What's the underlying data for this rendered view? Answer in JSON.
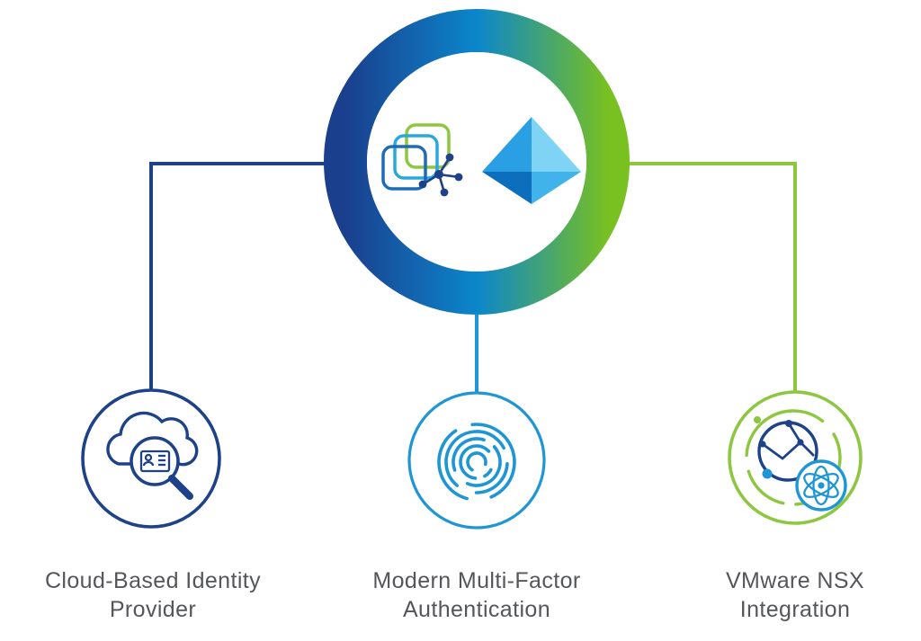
{
  "diagram": {
    "center_node": {
      "icons": [
        {
          "name": "workspace-one-app-stack-icon"
        },
        {
          "name": "azure-ad-pyramid-icon"
        }
      ]
    },
    "nodes": [
      {
        "id": "cloud-identity",
        "icon": "cloud-identity-search-icon",
        "label_line1": "Cloud-Based Identity",
        "label_line2": "Provider",
        "accent_color": "#1d4289"
      },
      {
        "id": "mfa",
        "icon": "fingerprint-icon",
        "label_line1": "Modern Multi-Factor",
        "label_line2": "Authentication",
        "accent_color": "#1e95d4"
      },
      {
        "id": "nsx",
        "icon": "nsx-network-globe-icon",
        "label_line1": "VMware NSX",
        "label_line2": "Integration",
        "accent_color": "#8dc63f"
      }
    ],
    "colors": {
      "navy": "#1d4289",
      "blue": "#1e95d4",
      "green": "#8dc63f",
      "teal": "#29a8df",
      "icon_blue": "#1e6bb8",
      "label_text": "#54565a",
      "background": "#ffffff",
      "ring_gradient": [
        "#1a3f8d",
        "#0b86cb",
        "#79c021"
      ],
      "pyramid": [
        "#2b9fe4",
        "#7fd3f5",
        "#0d6ebd",
        "#3fb3ea"
      ]
    }
  }
}
